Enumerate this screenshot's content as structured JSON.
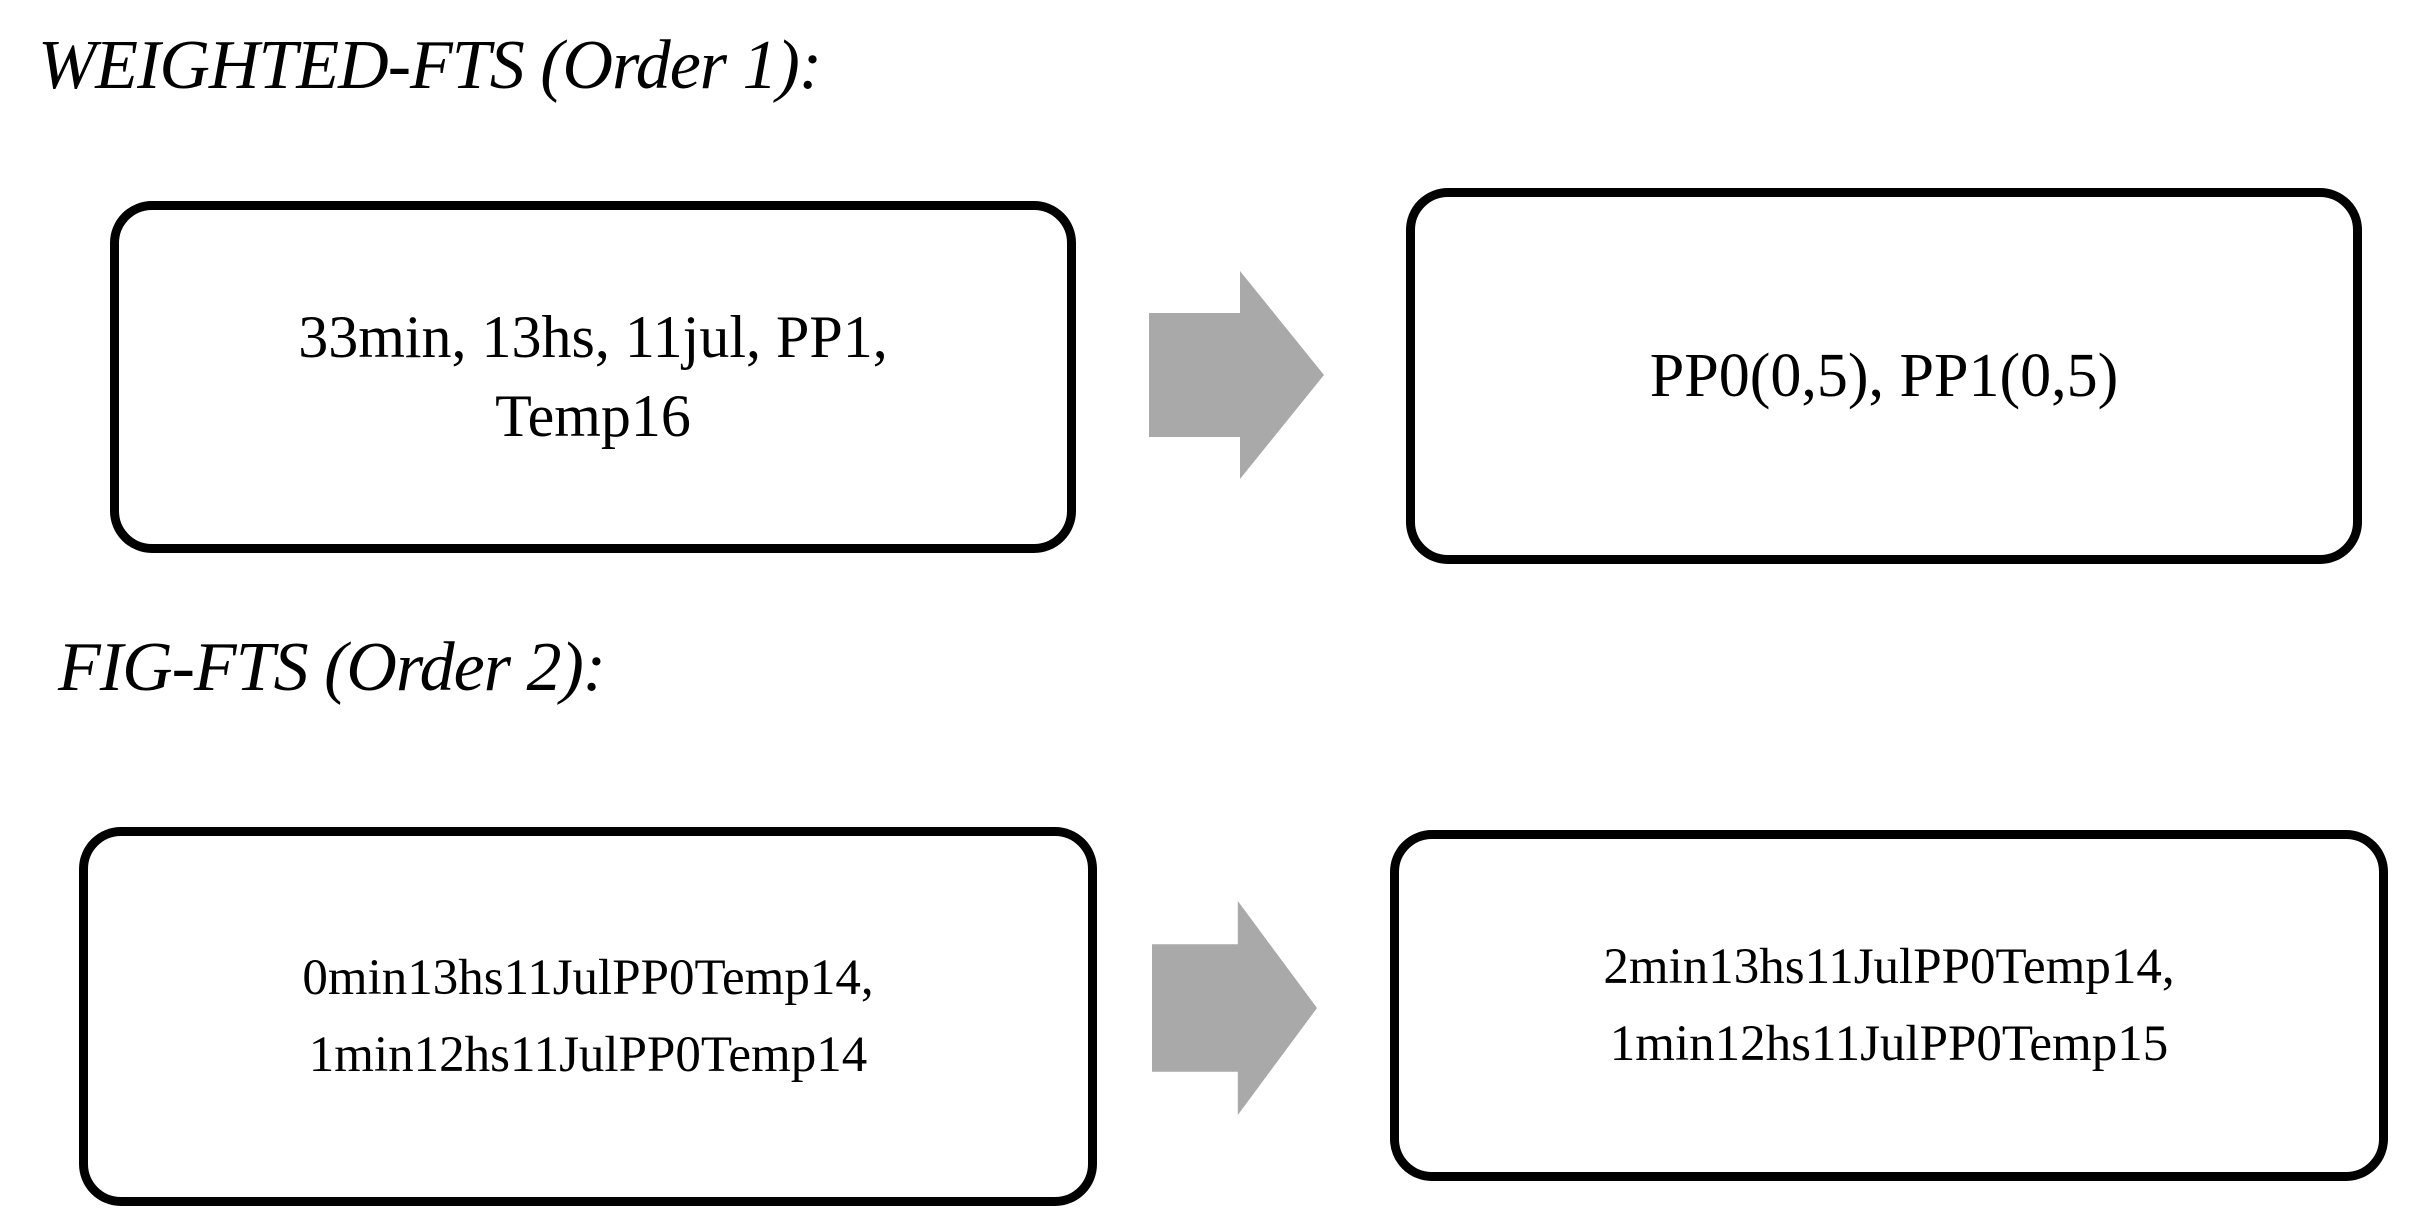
{
  "colors": {
    "background": "#ffffff",
    "box_border": "#000000",
    "text": "#000000",
    "arrow_fill": "#a9a9a9"
  },
  "sections": [
    {
      "title": "WEIGHTED-FTS (Order 1):",
      "source": {
        "lines": [
          "33min, 13hs, 11jul, PP1,",
          "Temp16"
        ]
      },
      "arrow": "right-arrow",
      "target": {
        "lines": [
          "PP0(0,5), PP1(0,5)"
        ]
      }
    },
    {
      "title": "FIG-FTS (Order 2):",
      "source": {
        "lines": [
          "0min13hs11JulPP0Temp14,",
          "1min12hs11JulPP0Temp14"
        ]
      },
      "arrow": "right-arrow",
      "target": {
        "lines": [
          "2min13hs11JulPP0Temp14,",
          "1min12hs11JulPP0Temp15"
        ]
      }
    }
  ]
}
